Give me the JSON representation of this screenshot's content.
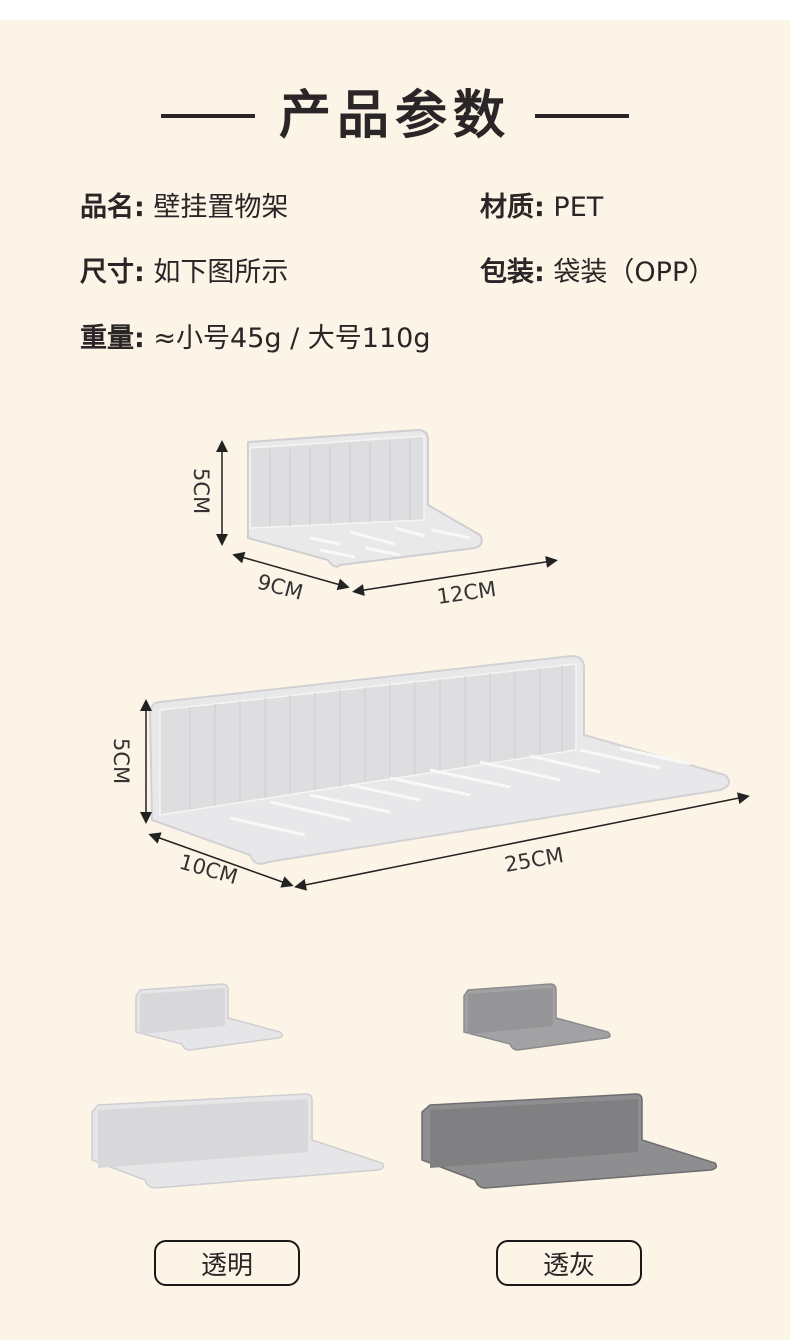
{
  "header": {
    "title": "产品参数"
  },
  "specs": [
    {
      "label": "品名",
      "value": "壁挂置物架"
    },
    {
      "label": "材质",
      "value": "PET"
    },
    {
      "label": "尺寸",
      "value": "如下图所示"
    },
    {
      "label": "包装",
      "value": "袋装（OPP）"
    },
    {
      "label": "重量",
      "value": "≈小号45g / 大号110g"
    }
  ],
  "separator": ":",
  "small_shelf": {
    "height": "5CM",
    "depth": "9CM",
    "width": "12CM"
  },
  "large_shelf": {
    "height": "5CM",
    "depth": "10CM",
    "width": "25CM"
  },
  "colors": {
    "options": [
      {
        "label": "透明",
        "swatch": "#dcdcdc"
      },
      {
        "label": "透灰",
        "swatch": "#8c8c8c"
      }
    ],
    "background": "#fcf4e6",
    "text": "#2a2526"
  }
}
